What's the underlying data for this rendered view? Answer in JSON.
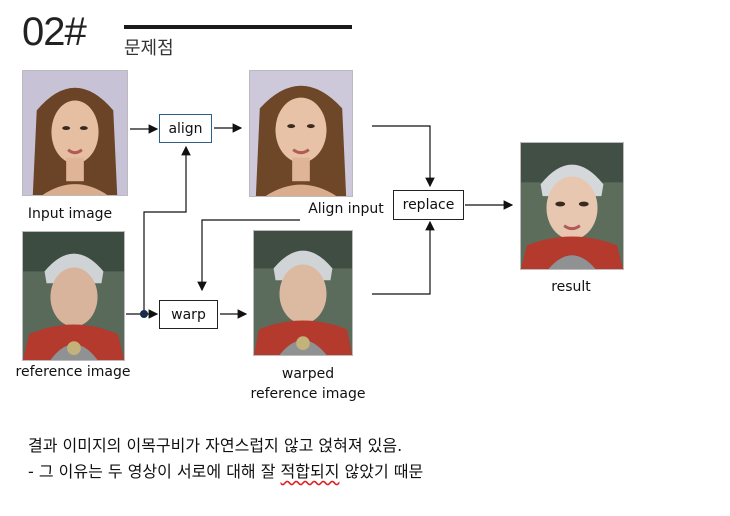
{
  "header": {
    "number": "02#",
    "subtitle": "문제점"
  },
  "nodes": {
    "align": "align",
    "warp": "warp",
    "replace": "replace"
  },
  "captions": {
    "input_image": "Input image",
    "align_input": "Align input",
    "reference_image": "reference image",
    "warped_line1": "warped",
    "warped_line2": "reference image",
    "result": "result"
  },
  "notes": {
    "line1": "결과 이미지의 이목구비가 자연스럽지 않고 얹혀져 있음.",
    "line2_prefix": "- 그 이유는 두 영상이 서로에 대해 잘 ",
    "line2_flagged": "적합되지",
    "line2_suffix": " 않았기 때문"
  },
  "colors": {
    "accent_border": "#2d5f8a",
    "spellcheck": "#dd2222"
  }
}
